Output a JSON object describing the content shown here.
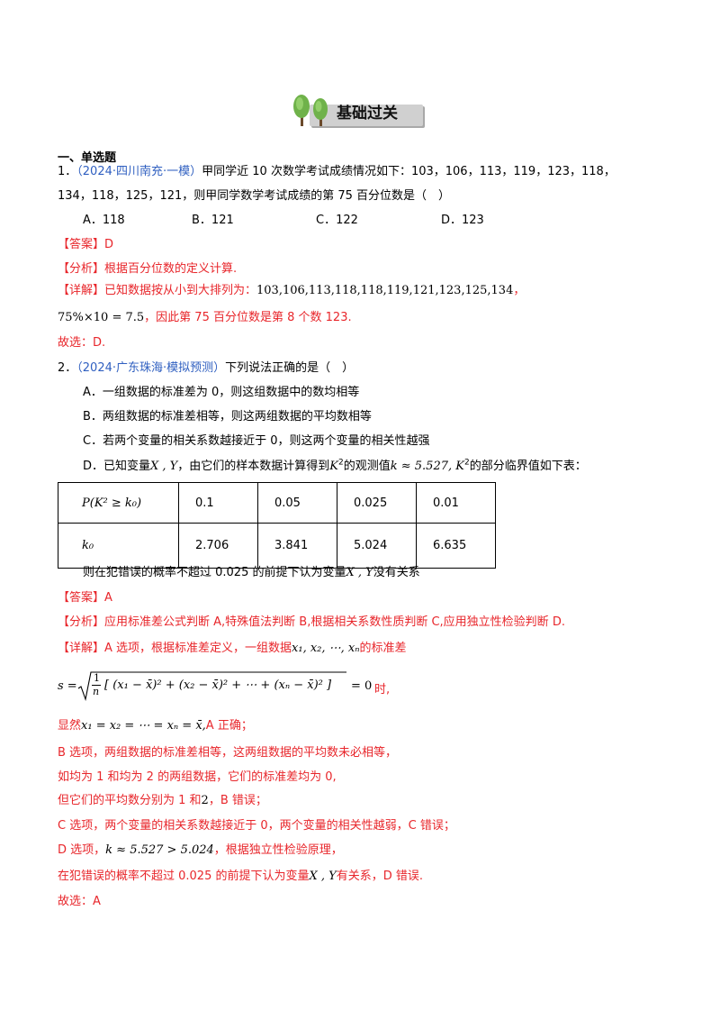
{
  "banner": {
    "title": "基础过关"
  },
  "section": "一、单选题",
  "q1": {
    "num": "1．",
    "source": "（2024·四川南充·一模）",
    "stem1": "甲同学近 10 次数学考试成绩情况如下：103，106，113，119，123，118，",
    "stem2": "134，118，125，121，则甲同学数学考试成绩的第 75 百分位数是（　）",
    "options": [
      "A．118",
      "B．121",
      "C．122",
      "D．123"
    ],
    "answer": "【答案】D",
    "analysis": "【分析】根据百分位数的定义计算.",
    "detail_label": "【详解】已知数据按从小到大排列为：",
    "sorted": "103,106,113,118,118,119,121,123,125,134",
    "sorted_tail": "，",
    "calc": "75%×10 = 7.5",
    "calc_text": "，因此第 75 百分位数是第 8 个数 123.",
    "conclusion": "故选：D."
  },
  "q2": {
    "num": "2．",
    "source": "（2024·广东珠海·模拟预测）",
    "stem": "下列说法正确的是（　）",
    "optA": "A．一组数据的标准差为 0，则这组数据中的数均相等",
    "optB": "B．两组数据的标准差相等，则这两组数据的平均数相等",
    "optC": "C．若两个变量的相关系数越接近于 0，则这两个变量的相关性越强",
    "optD_prefix": "D．已知变量",
    "optD_vars": "X , Y",
    "optD_mid": "，由它们的样本数据计算得到",
    "optD_k2": "K",
    "optD_k2_exp": "2",
    "optD_mid2": "的观测值",
    "optD_kval": "k ≈ 5.527, K",
    "optD_tail": "的部分临界值如下表：",
    "table": {
      "row1_label": "P(K² ≥ k₀)",
      "row1": [
        "0.1",
        "0.05",
        "0.025",
        "0.01"
      ],
      "row2_label": "k₀",
      "row2": [
        "2.706",
        "3.841",
        "5.024",
        "6.635"
      ]
    },
    "optD_line2_a": "则在犯错误的概率不超过 0.025 的前提下认为变量",
    "optD_line2_vars": "X , Y",
    "optD_line2_b": "没有关系",
    "answer": "【答案】A",
    "analysis": "【分析】应用标准差公式判断 A,特殊值法判断 B,根据相关系数性质判断 C,应用独立性检验判断 D.",
    "detail_label": "【详解】A 选项，根据标准差定义，一组数据",
    "detail_vars": "x₁, x₂, ⋯, xₙ",
    "detail_tail": "的标准差",
    "formula_lhs": "s =",
    "formula_frac_num": "1",
    "formula_frac_den": "n",
    "formula_body": "[ (x₁ − x̄)² + (x₂ − x̄)² + ⋯ + (xₙ − x̄)² ]",
    "formula_rhs": "= 0",
    "formula_tail": "时,",
    "line_obvious_a": "显然",
    "line_obvious_math": "x₁ = x₂ = ⋯ = xₙ = x̄,",
    "line_obvious_b": "A 正确；",
    "lineB1": "B 选项，两组数据的标准差相等，这两组数据的平均数未必相等，",
    "lineB2": "如均为 1 和均为 2 的两组数据，它们的标准差均为 0,",
    "lineB3a": "但它们的平均数分别为 1 和",
    "lineB3_two": "2",
    "lineB3b": "，B 错误；",
    "lineC": "C 选项，两个变量的相关系数越接近于 0，两个变量的相关性越弱，C 错误；",
    "lineD1a": "D 选项，",
    "lineD1_math": "k ≈ 5.527 > 5.024",
    "lineD1b": "，根据独立性检验原理，",
    "lineD2a": "在犯错误的概率不超过 0.025 的前提下认为变量",
    "lineD2_vars": "X , Y",
    "lineD2b": "有关系，D 错误.",
    "conclusion": "故选：A"
  }
}
